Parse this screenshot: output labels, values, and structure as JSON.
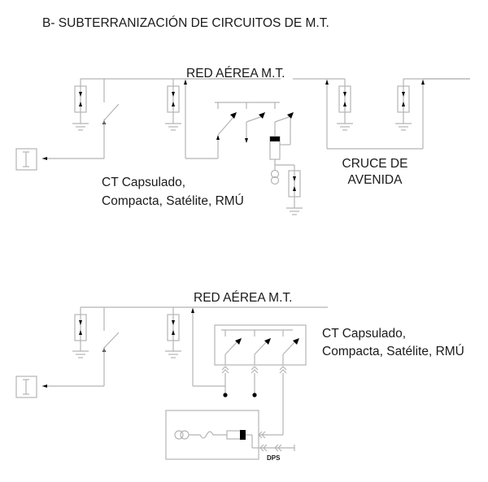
{
  "title": "B- SUBTERRANIZACIÓN DE CIRCUITOS DE M.T.",
  "diagram_top": {
    "network_label": "RED AÉREA M.T.",
    "ct_label_line1": "CT Capsulado,",
    "ct_label_line2": "Compacta, Satélite, RMÚ",
    "crossing_label_line1": "CRUCE DE",
    "crossing_label_line2": "AVENIDA"
  },
  "diagram_bottom": {
    "network_label": "RED AÉREA M.T.",
    "ct_label_line1": "CT Capsulado,",
    "ct_label_line2": "Compacta, Satélite, RMÚ",
    "dps_label": "DPS"
  },
  "colors": {
    "wire": "#b4b4b4",
    "text": "#1a1a1a",
    "symbol_fill": "#000000"
  }
}
